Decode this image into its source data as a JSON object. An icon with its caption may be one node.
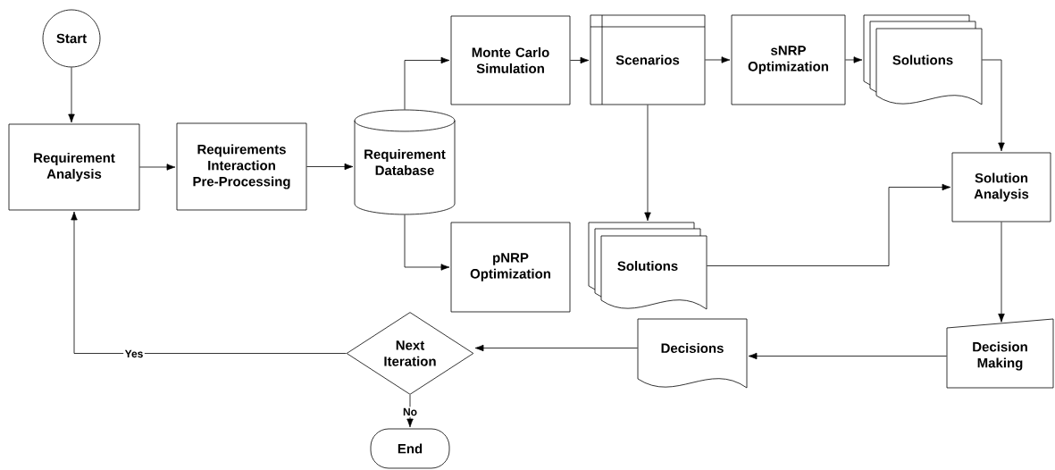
{
  "diagram": {
    "nodes": [
      {
        "text": [
          "Start"
        ]
      },
      {
        "text": [
          "Requirement Analysis"
        ]
      },
      {
        "text": [
          "Requirements Interaction Pre-Processing"
        ]
      },
      {
        "text": [
          "Requirement Database"
        ]
      },
      {
        "text": [
          "Monte Carlo Simulation"
        ]
      },
      {
        "text": [
          "Scenarios"
        ]
      },
      {
        "text": [
          "sNRP Optimization"
        ]
      },
      {
        "text": [
          "Solutions"
        ]
      },
      {
        "text": [
          "Solution Analysis"
        ]
      },
      {
        "text": [
          "pNRP Optimization"
        ]
      },
      {
        "text": [
          "Solutions"
        ]
      },
      {
        "text": [
          "Decision Making"
        ]
      },
      {
        "text": [
          "Decisions"
        ]
      },
      {
        "text": [
          "Next Iteration"
        ]
      },
      {
        "text": [
          "End"
        ]
      }
    ],
    "edges": [
      {
        "from": 0,
        "to": 1,
        "arrow": "to"
      },
      {
        "from": 1,
        "to": 2,
        "arrow": "to"
      },
      {
        "from": 2,
        "to": 3,
        "arrow": "to"
      },
      {
        "from": 3,
        "to": 4,
        "arrow": "to"
      },
      {
        "from": 3,
        "to": 9,
        "arrow": "to"
      },
      {
        "from": 4,
        "to": 5,
        "arrow": "to"
      },
      {
        "from": 5,
        "to": 6,
        "arrow": "to"
      },
      {
        "from": 6,
        "to": 7,
        "arrow": "to"
      },
      {
        "from": 7,
        "to": 8,
        "arrow": "to"
      },
      {
        "from": 5,
        "to": 10,
        "arrow": "to"
      },
      {
        "from": 10,
        "to": 8,
        "arrow": "to"
      },
      {
        "from": 8,
        "to": 11,
        "arrow": "to"
      },
      {
        "from": 11,
        "to": 12,
        "arrow": "to"
      },
      {
        "from": 12,
        "to": 13,
        "arrow": "to"
      },
      {
        "from": 13,
        "to": 1,
        "arrow": "to",
        "label": "Yes"
      },
      {
        "from": 13,
        "to": 14,
        "arrow": "to",
        "label": "No"
      }
    ]
  }
}
